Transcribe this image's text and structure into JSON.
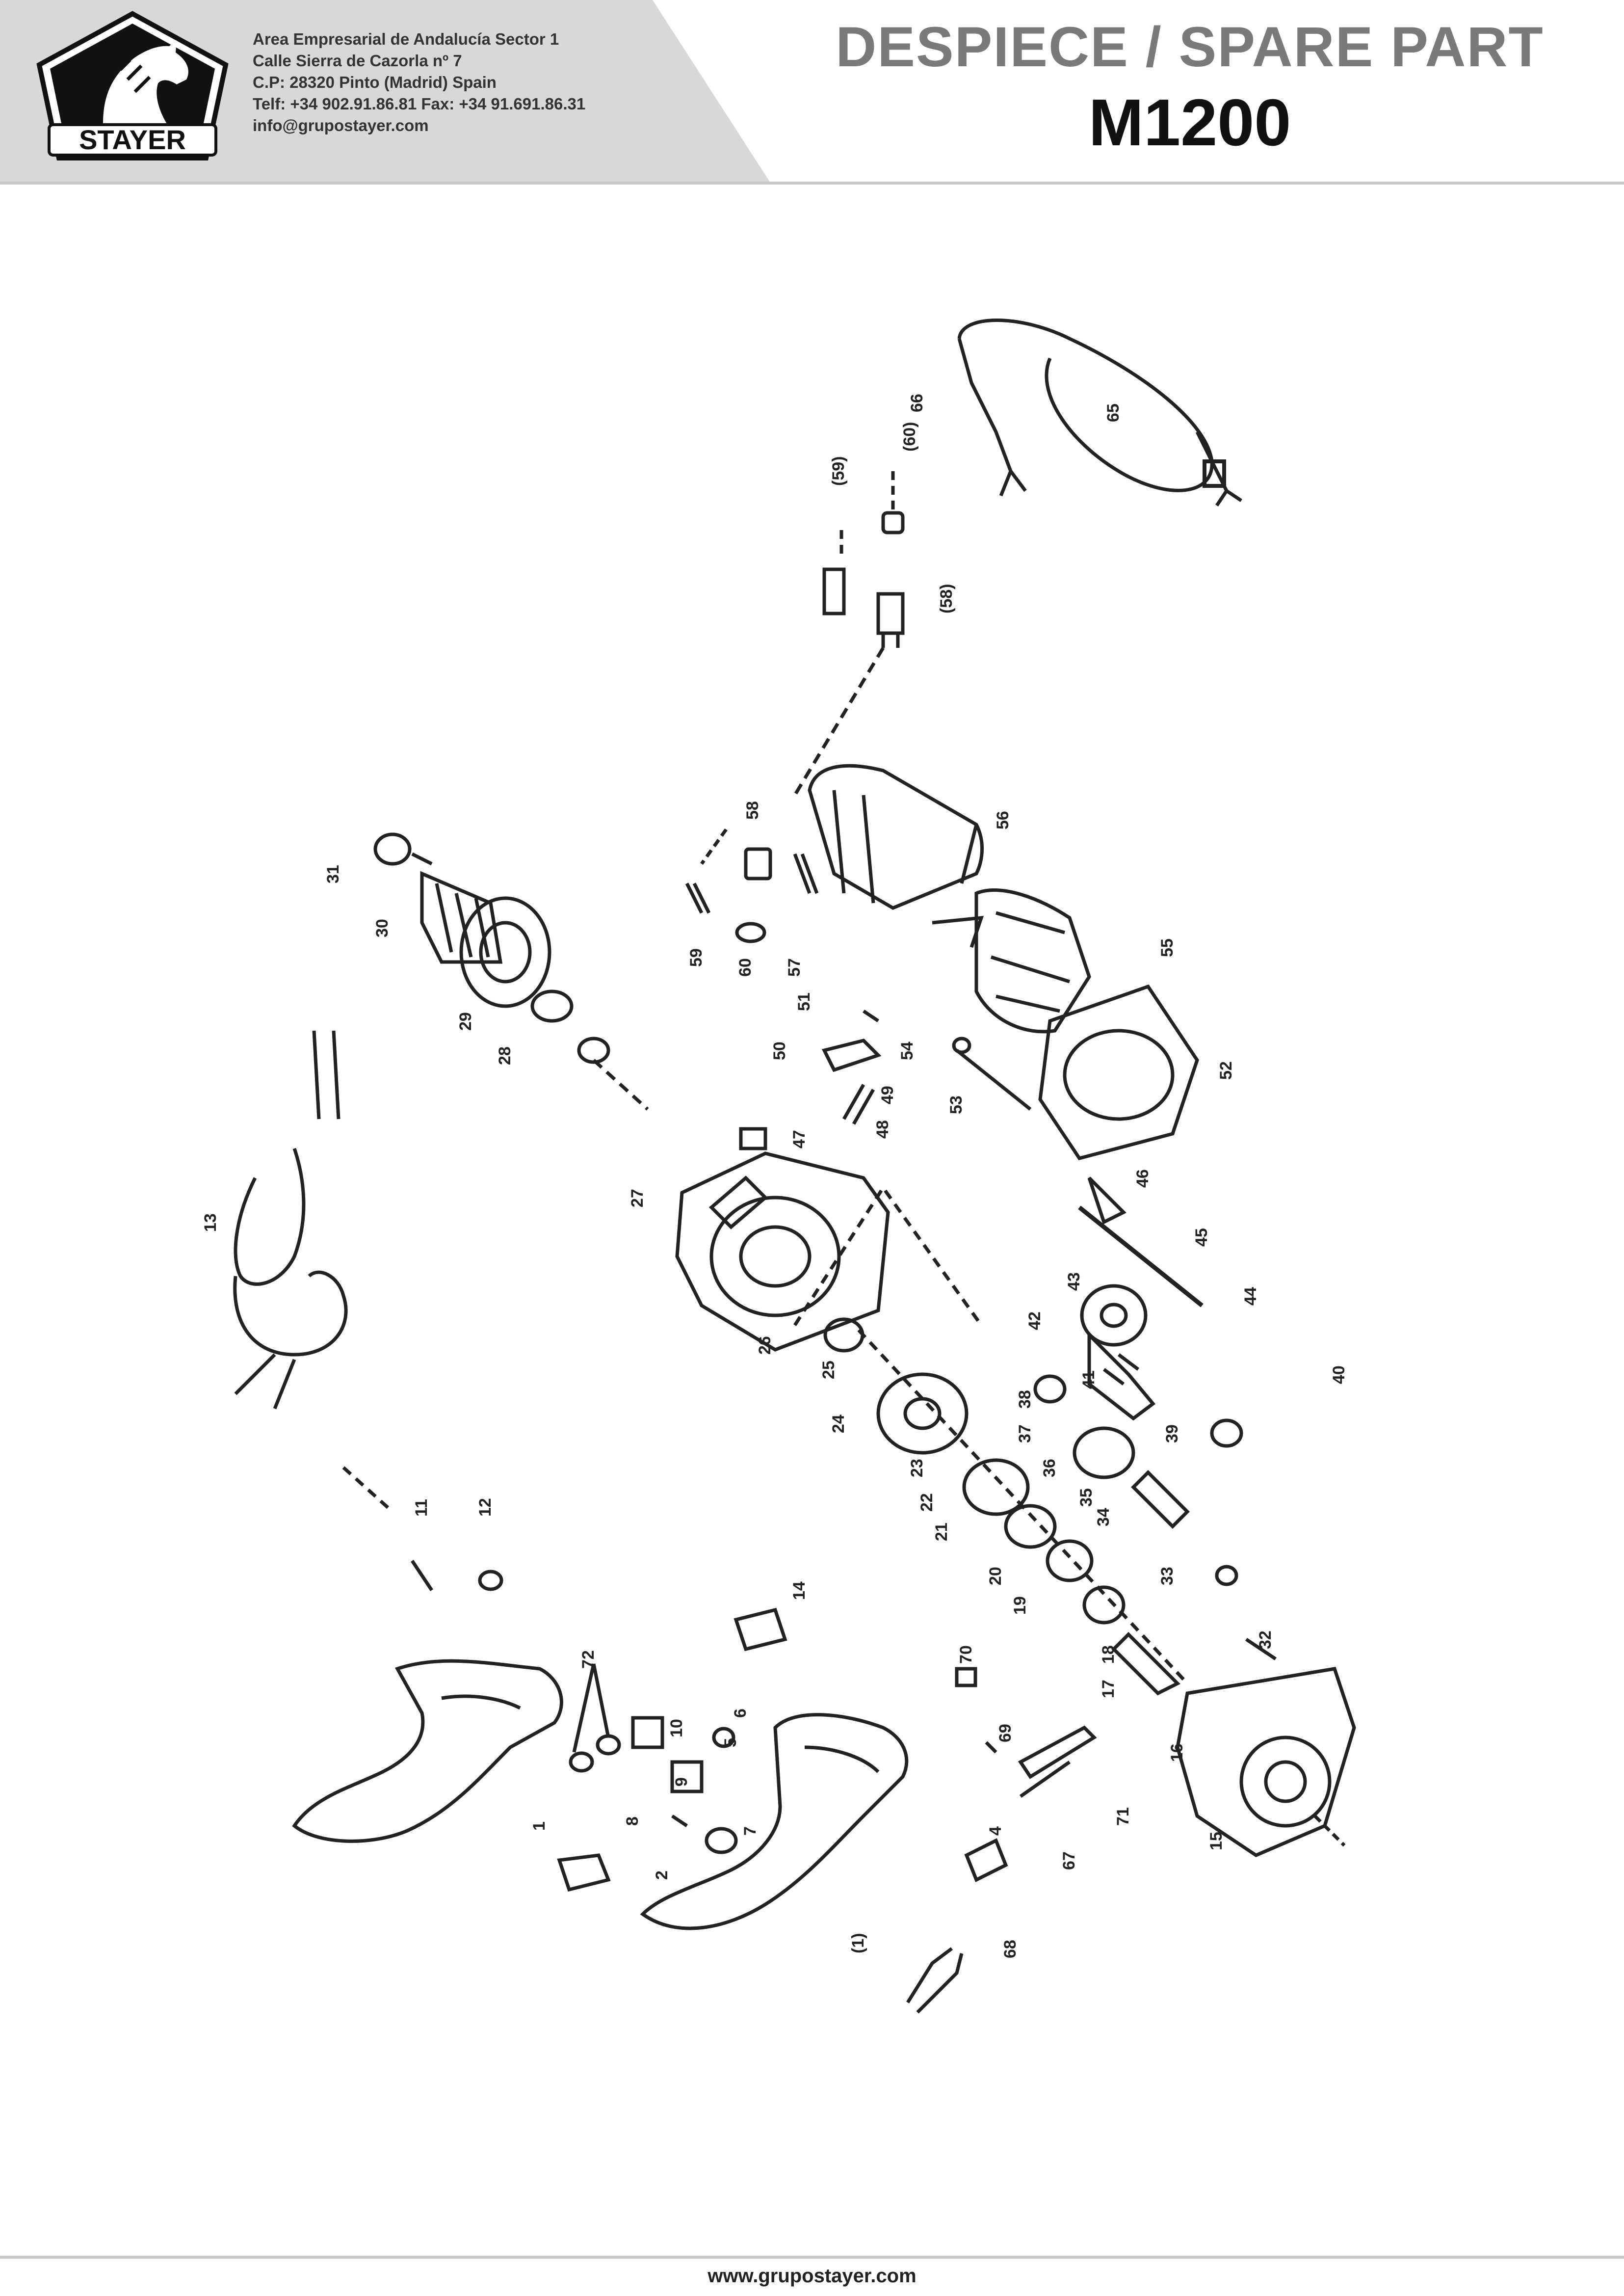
{
  "header": {
    "brand": "STAYER",
    "address_lines": [
      "Area Empresarial de Andalucía Sector 1",
      "Calle Sierra de Cazorla nº 7",
      "C.P: 28320 Pinto (Madrid) Spain",
      "Telf: +34 902.91.86.81 Fax: +34 91.691.86.31",
      "info@grupostayer.com"
    ],
    "title": "DESPIECE / SPARE PART",
    "model": "M1200"
  },
  "diagram": {
    "part_labels": {
      "p1": "1",
      "p1b": "(1)",
      "p2": "2",
      "p4": "4",
      "p5": "5",
      "p6": "6",
      "p7": "7",
      "p8": "8",
      "p9": "9",
      "p10": "10",
      "p11": "11",
      "p12": "12",
      "p13": "13",
      "p14": "14",
      "p15": "15",
      "p16": "16",
      "p17": "17",
      "p18": "18",
      "p19": "19",
      "p20": "20",
      "p21": "21",
      "p22": "22",
      "p23": "23",
      "p24": "24",
      "p25": "25",
      "p26": "26",
      "p27": "27",
      "p28": "28",
      "p29": "29",
      "p30": "30",
      "p31": "31",
      "p32": "32",
      "p33": "33",
      "p34": "34",
      "p35": "35",
      "p36": "36",
      "p37": "37",
      "p38": "38",
      "p39": "39",
      "p40": "40",
      "p41": "41",
      "p42": "42",
      "p43": "43",
      "p44": "44",
      "p45": "45",
      "p46": "46",
      "p47": "47",
      "p48": "48",
      "p49": "49",
      "p50": "50",
      "p51": "51",
      "p52": "52",
      "p53": "53",
      "p54": "54",
      "p55": "55",
      "p56": "56",
      "p57": "57",
      "p58": "58",
      "p58b": "(58)",
      "p59": "59",
      "p59b": "(59)",
      "p60": "60",
      "p60b": "(60)",
      "p65": "65",
      "p66": "66",
      "p67": "67",
      "p68": "68",
      "p69": "69",
      "p70": "70",
      "p71": "71",
      "p72": "72"
    }
  },
  "footer": {
    "url": "www.grupostayer.com"
  }
}
